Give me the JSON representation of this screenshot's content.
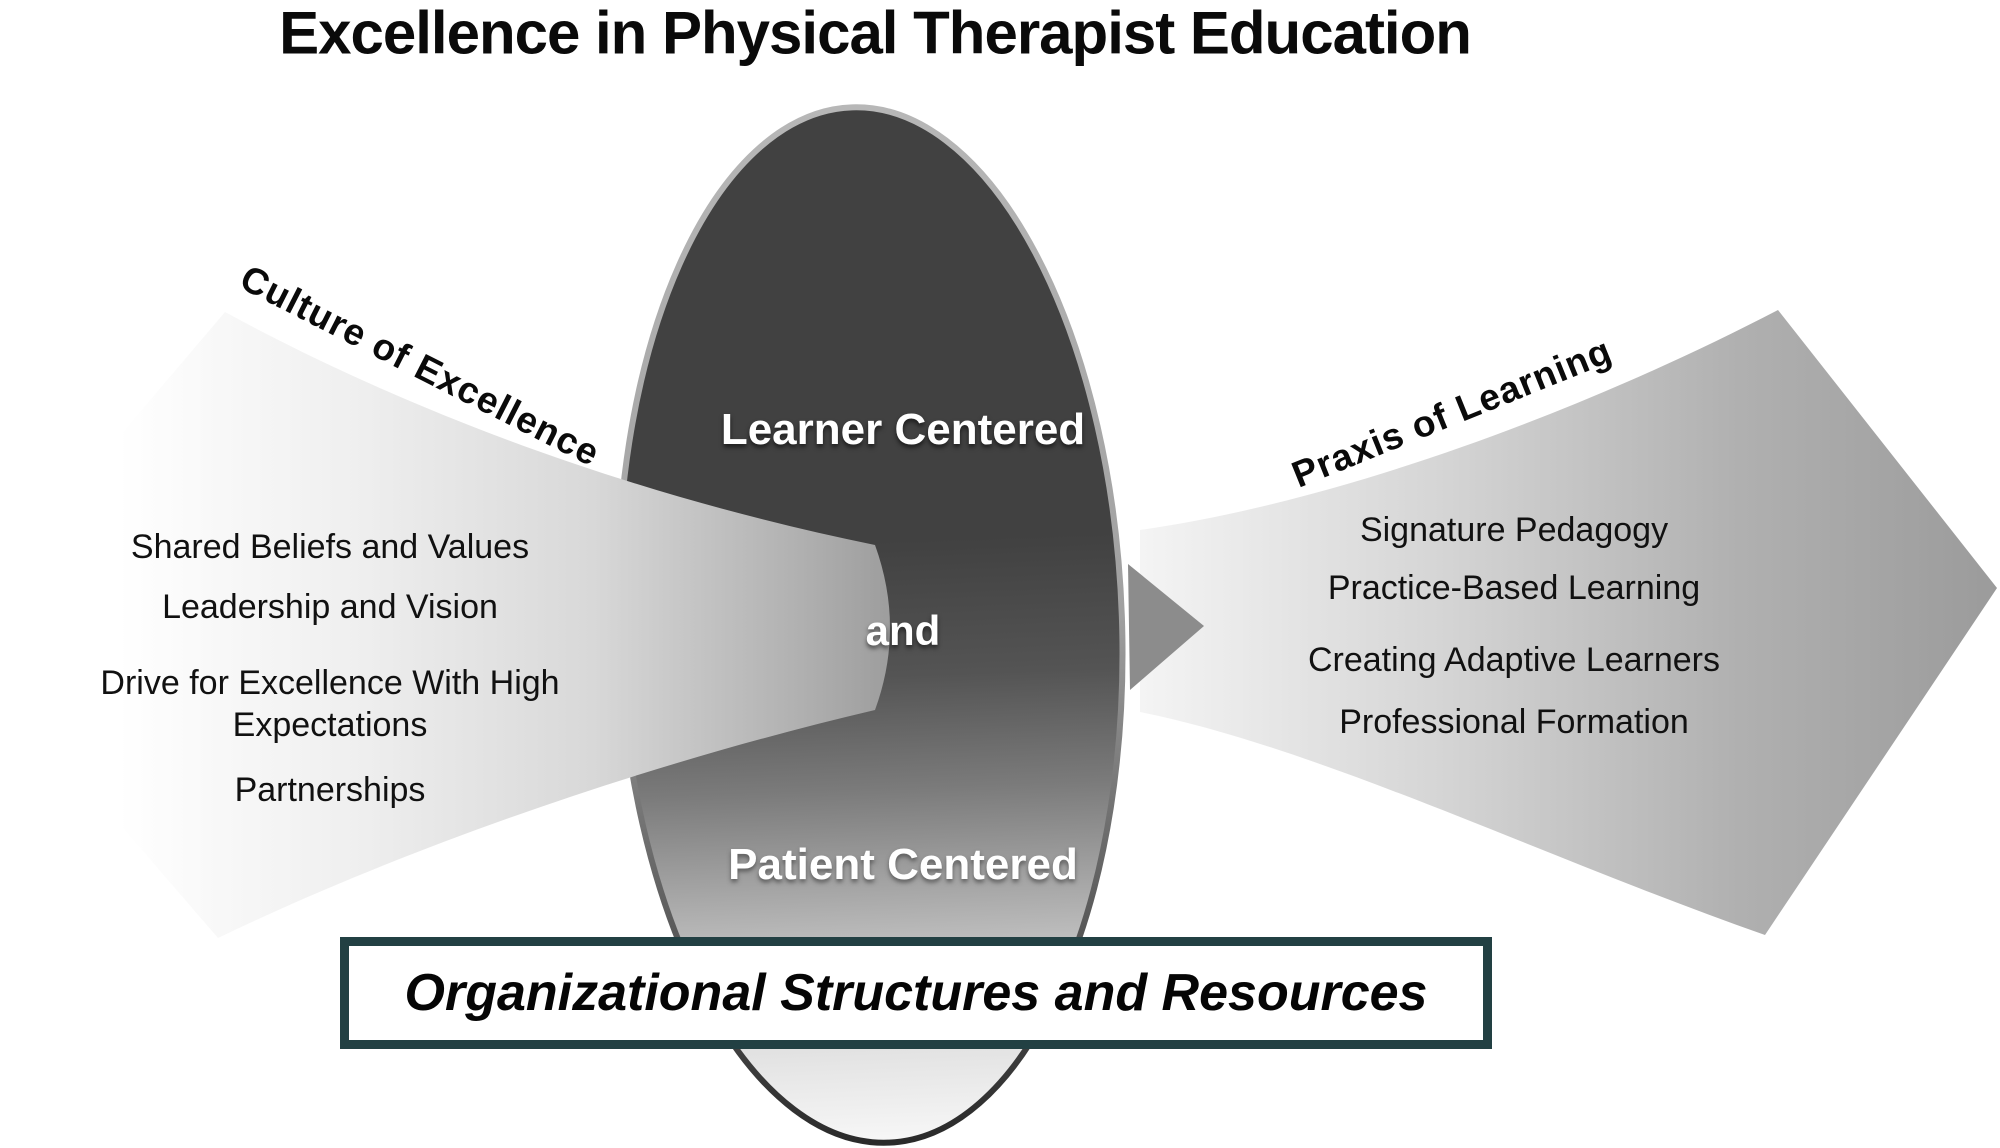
{
  "title": "Excellence in Physical Therapist Education",
  "left_flow": {
    "label": "Culture of Excellence",
    "items": [
      "Shared Beliefs and Values",
      "Leadership and Vision",
      "Drive for Excellence With High Expectations",
      "Partnerships"
    ]
  },
  "center_ellipse": {
    "top_label": "Learner Centered",
    "connector": "and",
    "bottom_label": "Patient Centered"
  },
  "right_flow": {
    "label": "Praxis of Learning",
    "items": [
      "Signature Pedagogy",
      "Practice-Based Learning",
      "Creating Adaptive Learners",
      "Professional Formation"
    ]
  },
  "footer_box": {
    "label": "Organizational Structures and Resources"
  },
  "colors": {
    "background": "#ffffff",
    "ellipse_dark": "#414141",
    "ellipse_light": "#f7f7f7",
    "ellipse_stroke_top": "#b7b7b7",
    "ellipse_stroke_bottom": "#2a2a2a",
    "funnel_light": "#ffffff",
    "funnel_dark": "#9b9b9b",
    "arrowhead_gray": "#8c8c8c",
    "box_border_teal": "#224043",
    "text_black": "#000000",
    "ellipse_text_white": "#ffffff"
  }
}
